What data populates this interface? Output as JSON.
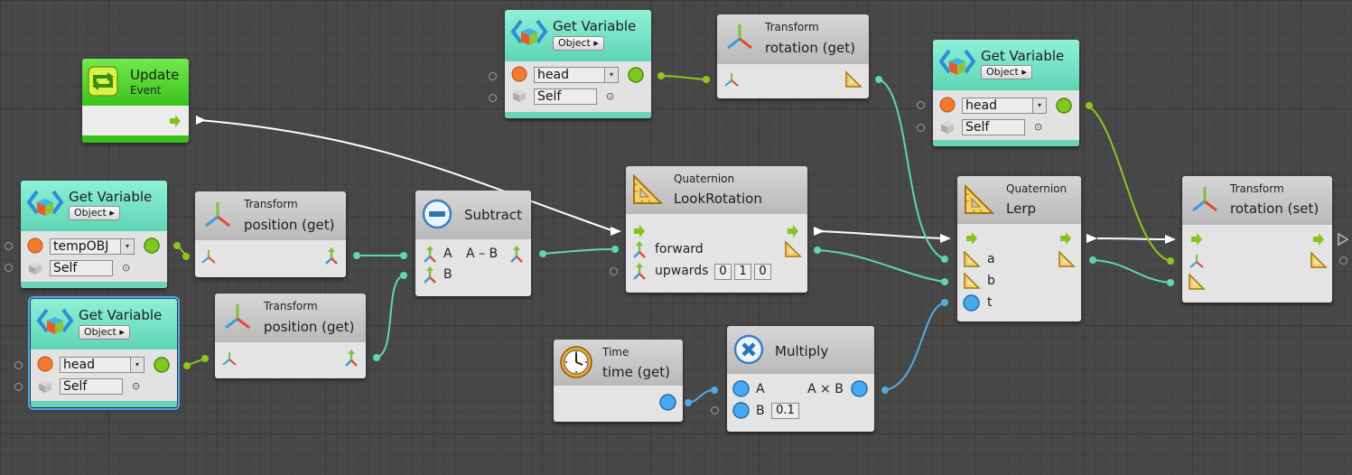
{
  "colors": {
    "canvas": "#484848",
    "wire_flow": "#ffffff",
    "wire_transform": "#5ed6b2",
    "wire_object": "#8ec51e",
    "wire_float": "#59a9e0",
    "node_gray_header": "#c8c8c8",
    "node_teal_header": "#74e2c4",
    "node_green_header": "#52d230",
    "selection_outline": "#4aa8f0"
  },
  "nodes": {
    "update": {
      "title": "Update",
      "subtitle": "Event",
      "icon": "update-loop-icon"
    },
    "getvar_head_top": {
      "title": "Get Variable",
      "type_button": "Object ▸",
      "variable": "head",
      "target": "Self",
      "icon": "variable-cube-icon"
    },
    "getvar_head_right": {
      "title": "Get Variable",
      "type_button": "Object ▸",
      "variable": "head",
      "target": "Self",
      "icon": "variable-cube-icon"
    },
    "getvar_tempobj": {
      "title": "Get Variable",
      "type_button": "Object ▸",
      "variable": "tempOBJ",
      "target": "Self",
      "icon": "variable-cube-icon"
    },
    "getvar_head_selected": {
      "title": "Get Variable",
      "type_button": "Object ▸",
      "variable": "head",
      "target": "Self",
      "icon": "variable-cube-icon"
    },
    "rotation_get": {
      "title": "Transform",
      "subtitle": "rotation (get)",
      "icon": "transform-axes-icon"
    },
    "position_get_1": {
      "title": "Transform",
      "subtitle": "position (get)",
      "icon": "transform-axes-icon"
    },
    "position_get_2": {
      "title": "Transform",
      "subtitle": "position (get)",
      "icon": "transform-axes-icon"
    },
    "subtract": {
      "title": "Subtract",
      "input_a": "A",
      "input_b": "B",
      "output": "A – B",
      "icon": "minus-circle-icon"
    },
    "lookrotation": {
      "title": "Quaternion",
      "subtitle": "LookRotation",
      "forward_label": "forward",
      "upwards_label": "upwards",
      "upwards_values": [
        "0",
        "1",
        "0"
      ],
      "icon": "set-square-icon"
    },
    "lerp": {
      "title": "Quaternion",
      "subtitle": "Lerp",
      "input_a": "a",
      "input_b": "b",
      "input_t": "t",
      "icon": "set-square-icon"
    },
    "rotation_set": {
      "title": "Transform",
      "subtitle": "rotation (set)",
      "icon": "transform-axes-icon"
    },
    "time_get": {
      "title": "Time",
      "subtitle": "time (get)",
      "icon": "clock-icon"
    },
    "multiply": {
      "title": "Multiply",
      "input_a": "A",
      "input_b": "B",
      "input_b_value": "0.1",
      "output": "A × B",
      "icon": "multiply-circle-icon"
    }
  }
}
